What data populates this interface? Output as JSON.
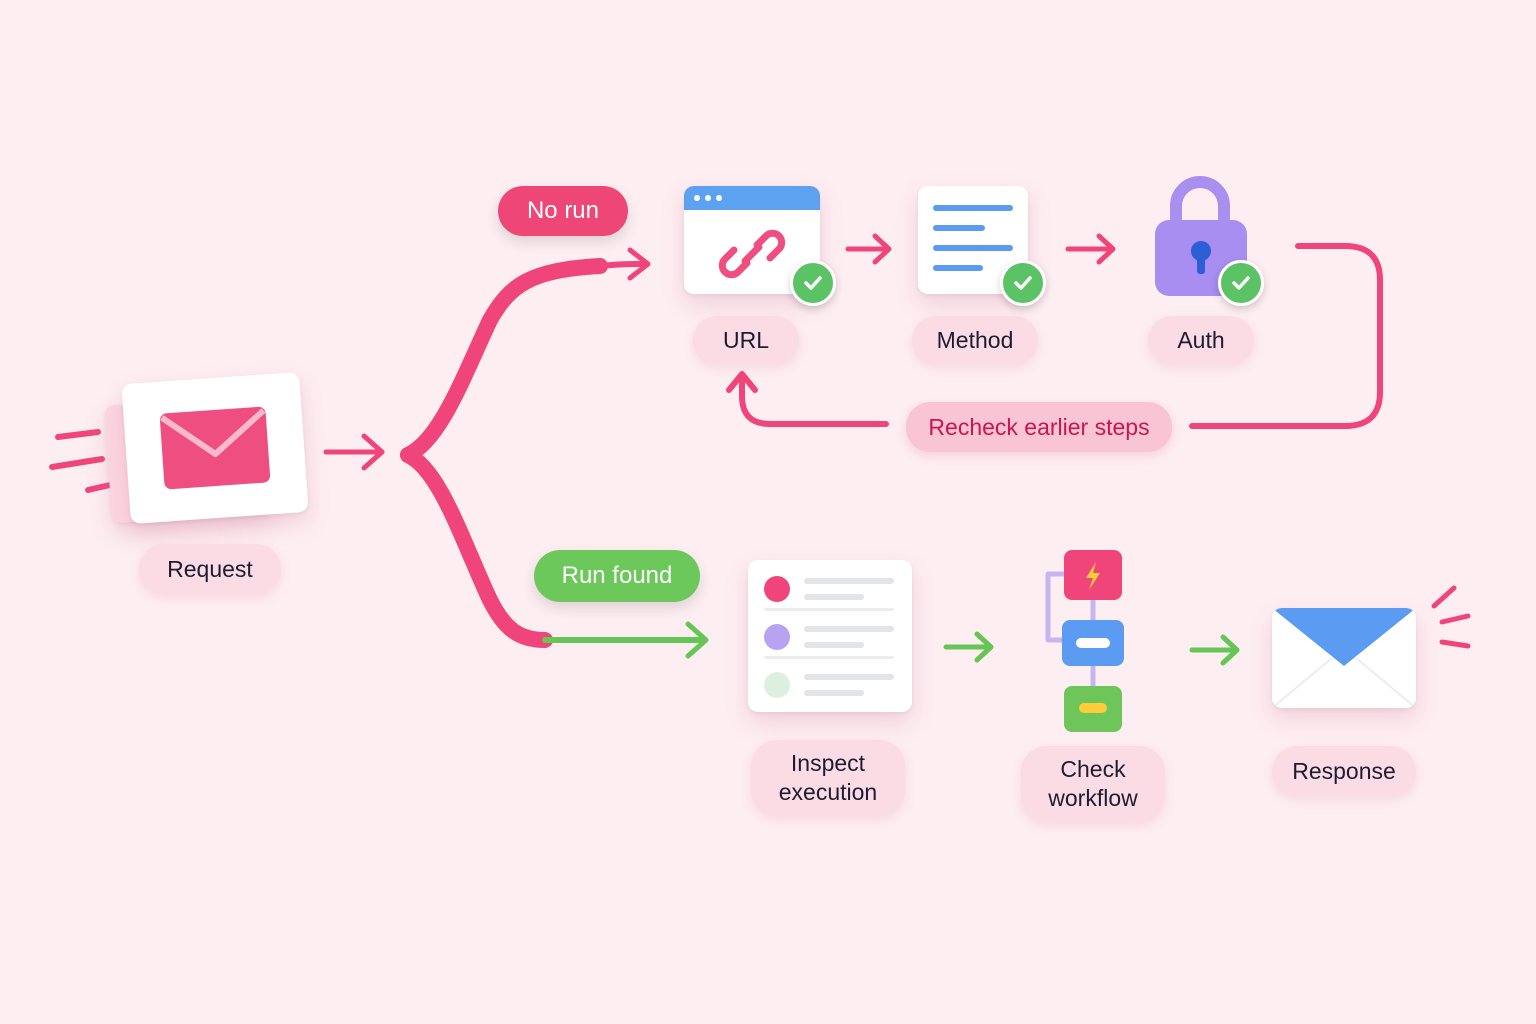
{
  "colors": {
    "background": "#fdeef2",
    "pink": "#f0457a",
    "green": "#66c655",
    "blue": "#5b9cf2",
    "purple": "#a98ff0",
    "check": "#5cc266"
  },
  "branches": {
    "no_run": "No run",
    "run_found": "Run found"
  },
  "nodes": {
    "request": {
      "label": "Request",
      "icon": "envelope-icon"
    },
    "url": {
      "label": "URL",
      "icon": "link-icon"
    },
    "method": {
      "label": "Method",
      "icon": "document-lines-icon"
    },
    "auth": {
      "label": "Auth",
      "icon": "padlock-icon"
    },
    "inspect": {
      "label": "Inspect\nexecution",
      "icon": "list-document-icon"
    },
    "workflow": {
      "label": "Check\nworkflow",
      "icon": "workflow-blocks-icon"
    },
    "response": {
      "label": "Response",
      "icon": "envelope-icon"
    }
  },
  "loop": {
    "label": "Recheck earlier steps"
  }
}
